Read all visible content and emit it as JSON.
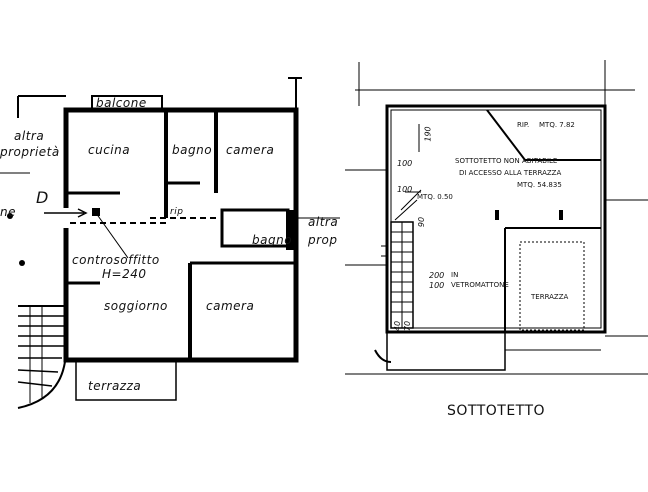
{
  "left_plan": {
    "rooms": {
      "balcone": "balcone",
      "cucina": "cucina",
      "bagno_top": "bagno",
      "camera_top": "camera",
      "bagno_mid": "bagno",
      "controsoffitto": "controsoffitto",
      "height": "H=240",
      "soggiorno": "soggiorno",
      "camera_bottom": "camera",
      "terrazza": "terrazza",
      "rip": "rip"
    },
    "neighbors": {
      "altra_left_1": "altra",
      "altra_left_2": "proprietà",
      "altra_right_1": "altra",
      "altra_right_2": "prop",
      "entrance_letter": "D",
      "entrance_left": "ne"
    }
  },
  "right_plan": {
    "title": "SOTTOTETTO",
    "sottotetto_line1": "SOTTOTETTO  NON ABITABILE",
    "sottotetto_line2": "DI ACCESSO  ALLA TERRAZZA",
    "sottotetto_area": "MTQ. 54.835",
    "rip_label": "RIP.",
    "rip_area": "MTQ. 7.82",
    "terrazza": "TERRAZZA",
    "dims": {
      "d190": "190",
      "d100a": "100",
      "d100b": "100",
      "d050": "MTQ. 0.50",
      "d90": "90",
      "d200": "200",
      "d100c": "100",
      "vetromattone_1": "IN",
      "vetromattone_2": "VETROMATTONE",
      "d40": "40",
      "d70": "70"
    }
  }
}
